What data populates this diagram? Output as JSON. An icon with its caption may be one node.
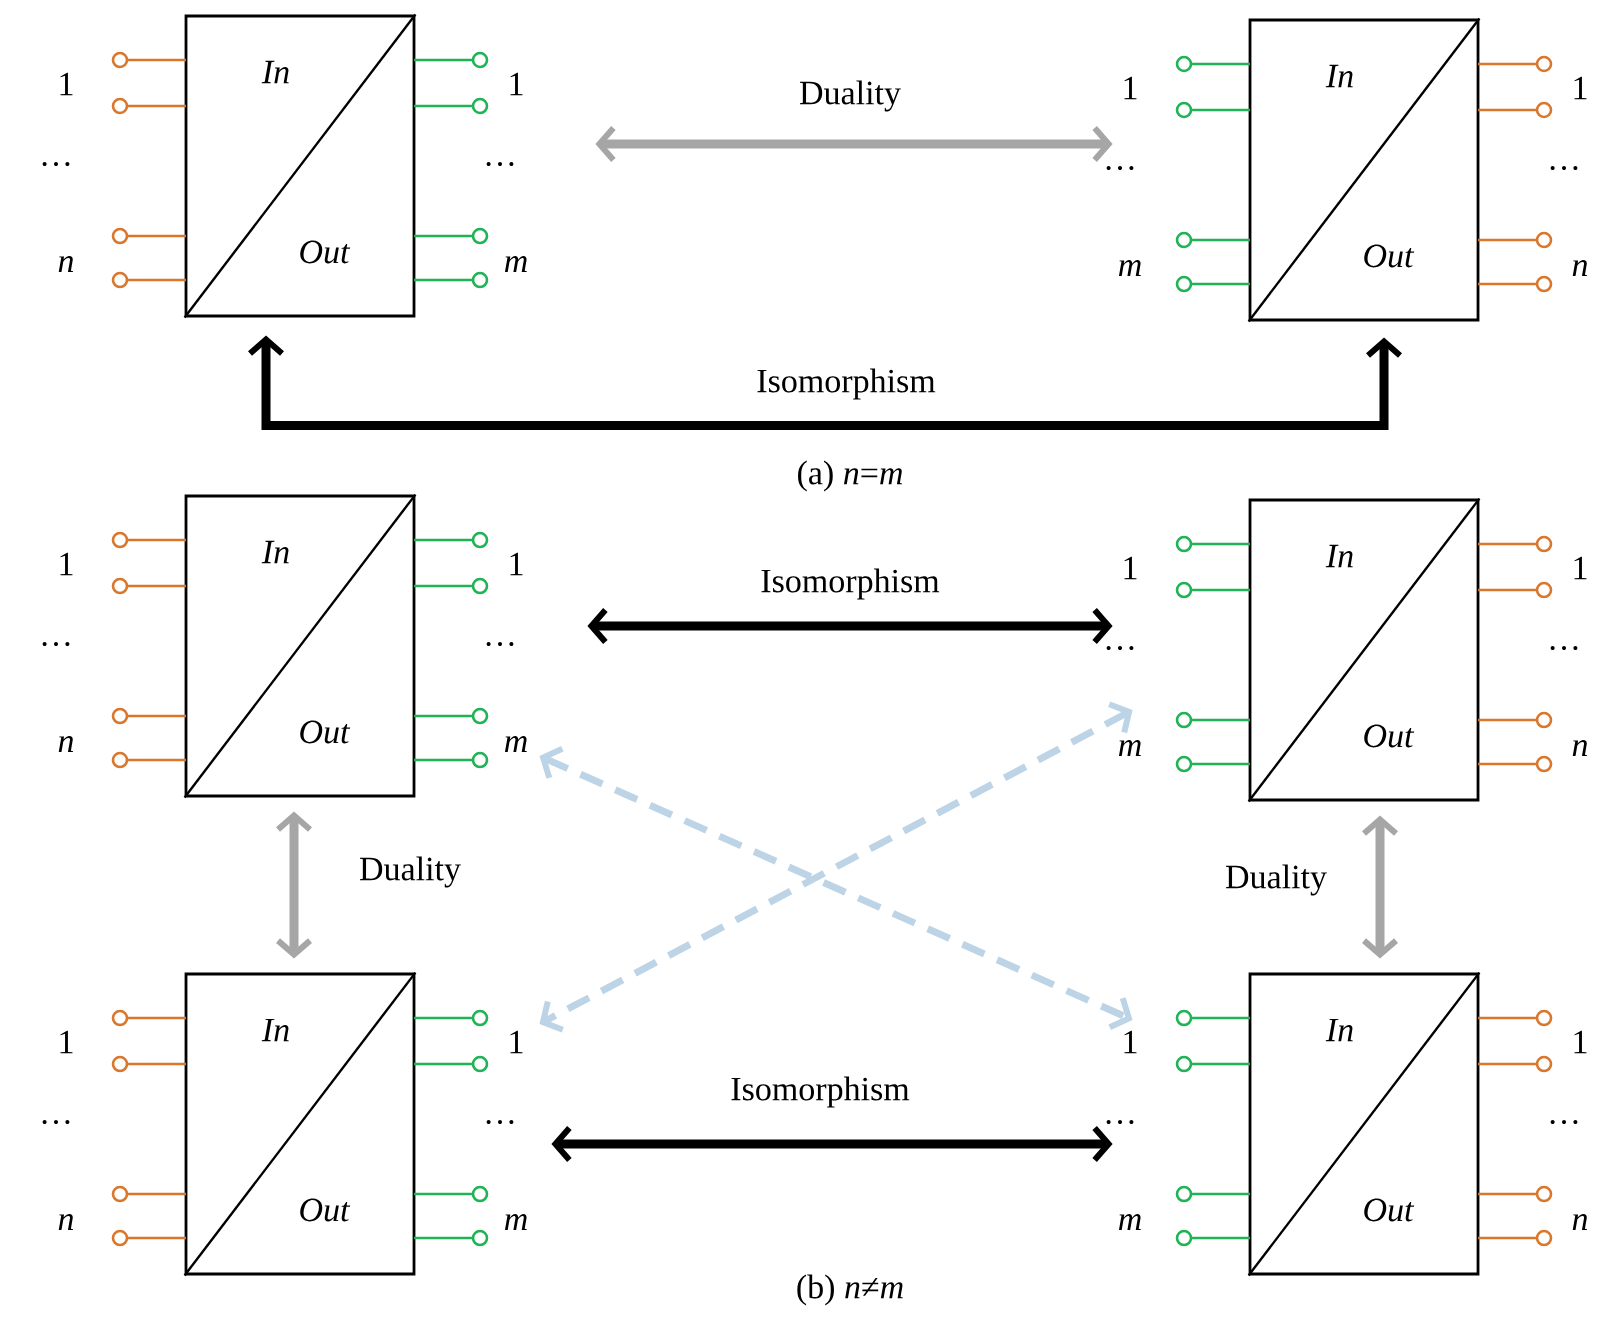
{
  "diagram": {
    "nodes": [
      {
        "text": [
          "In",
          "Out"
        ]
      },
      {
        "text": [
          "In",
          "Out"
        ]
      },
      {
        "text": [
          "In",
          "Out"
        ]
      },
      {
        "text": [
          "In",
          "Out"
        ]
      },
      {
        "text": [
          "In",
          "Out"
        ]
      },
      {
        "text": [
          "In",
          "Out"
        ]
      }
    ],
    "edges": [
      {
        "from": 0,
        "to": 1,
        "arrow": "both",
        "label": "Duality",
        "color": "#a6a6a6"
      },
      {
        "from": 0,
        "to": 1,
        "arrow": "both",
        "label": "Isomorphism",
        "color": "#000000"
      },
      {
        "from": 2,
        "to": 3,
        "arrow": "both",
        "label": "Isomorphism",
        "color": "#000000"
      },
      {
        "from": 2,
        "to": 4,
        "arrow": "both",
        "label": "Duality",
        "color": "#a6a6a6"
      },
      {
        "from": 3,
        "to": 5,
        "arrow": "both",
        "label": "Duality",
        "color": "#a6a6a6"
      },
      {
        "from": 4,
        "to": 5,
        "arrow": "both",
        "label": "Isomorphism",
        "color": "#000000"
      },
      {
        "from": 2,
        "to": 5,
        "arrow": "both",
        "style": "dashed",
        "color": "#bdd4e7"
      },
      {
        "from": 3,
        "to": 4,
        "arrow": "both",
        "style": "dashed",
        "color": "#bdd4e7"
      }
    ],
    "labels": [
      "1",
      "…",
      "*n*",
      "1",
      "…",
      "*m*",
      "1",
      "…",
      "*m*",
      "1",
      "…",
      "*n*",
      "(a)  *n*=*m*",
      "1",
      "…",
      "*n*",
      "1",
      "…",
      "*m*",
      "1",
      "…",
      "*m*",
      "1",
      "…",
      "*n*",
      "1",
      "…",
      "*n*",
      "1",
      "…",
      "*m*",
      "1",
      "…",
      "*m*",
      "1",
      "…",
      "*n*",
      "(b)  *n*≠*m*"
    ]
  }
}
